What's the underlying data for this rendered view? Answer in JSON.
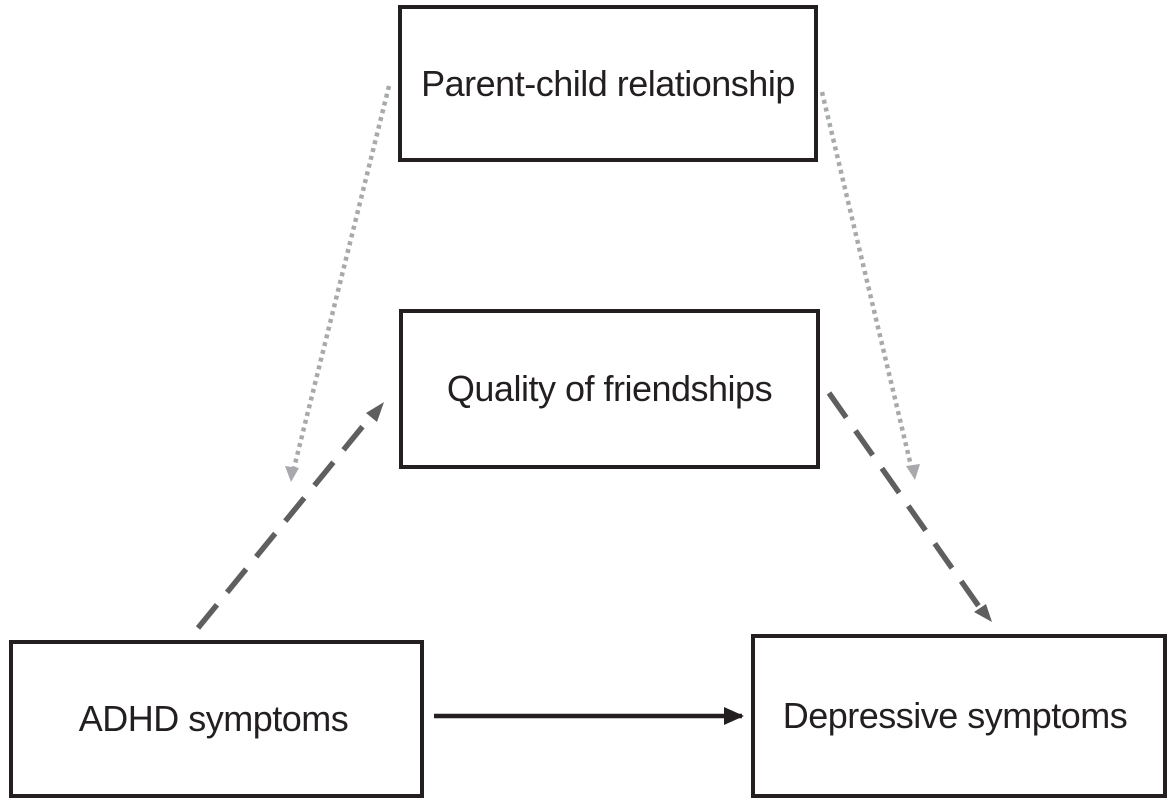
{
  "nodes": {
    "parent_child": "Parent-child relationship",
    "quality_friendships": "Quality of friendships",
    "adhd": "ADHD symptoms",
    "depressive": "Depressive symptoms"
  },
  "edges": [
    {
      "from": "adhd",
      "to": "depressive",
      "style": "solid",
      "color": "#231f20"
    },
    {
      "from": "adhd",
      "to": "quality_friendships",
      "style": "dashed",
      "color": "#5f5f5f"
    },
    {
      "from": "quality_friendships",
      "to": "depressive",
      "style": "dashed",
      "color": "#5f5f5f"
    },
    {
      "from": "parent_child",
      "to": "adhd-to-quality path",
      "style": "dotted",
      "color": "#a7a9ac"
    },
    {
      "from": "parent_child",
      "to": "quality-to-depressive path",
      "style": "dotted",
      "color": "#a7a9ac"
    }
  ]
}
